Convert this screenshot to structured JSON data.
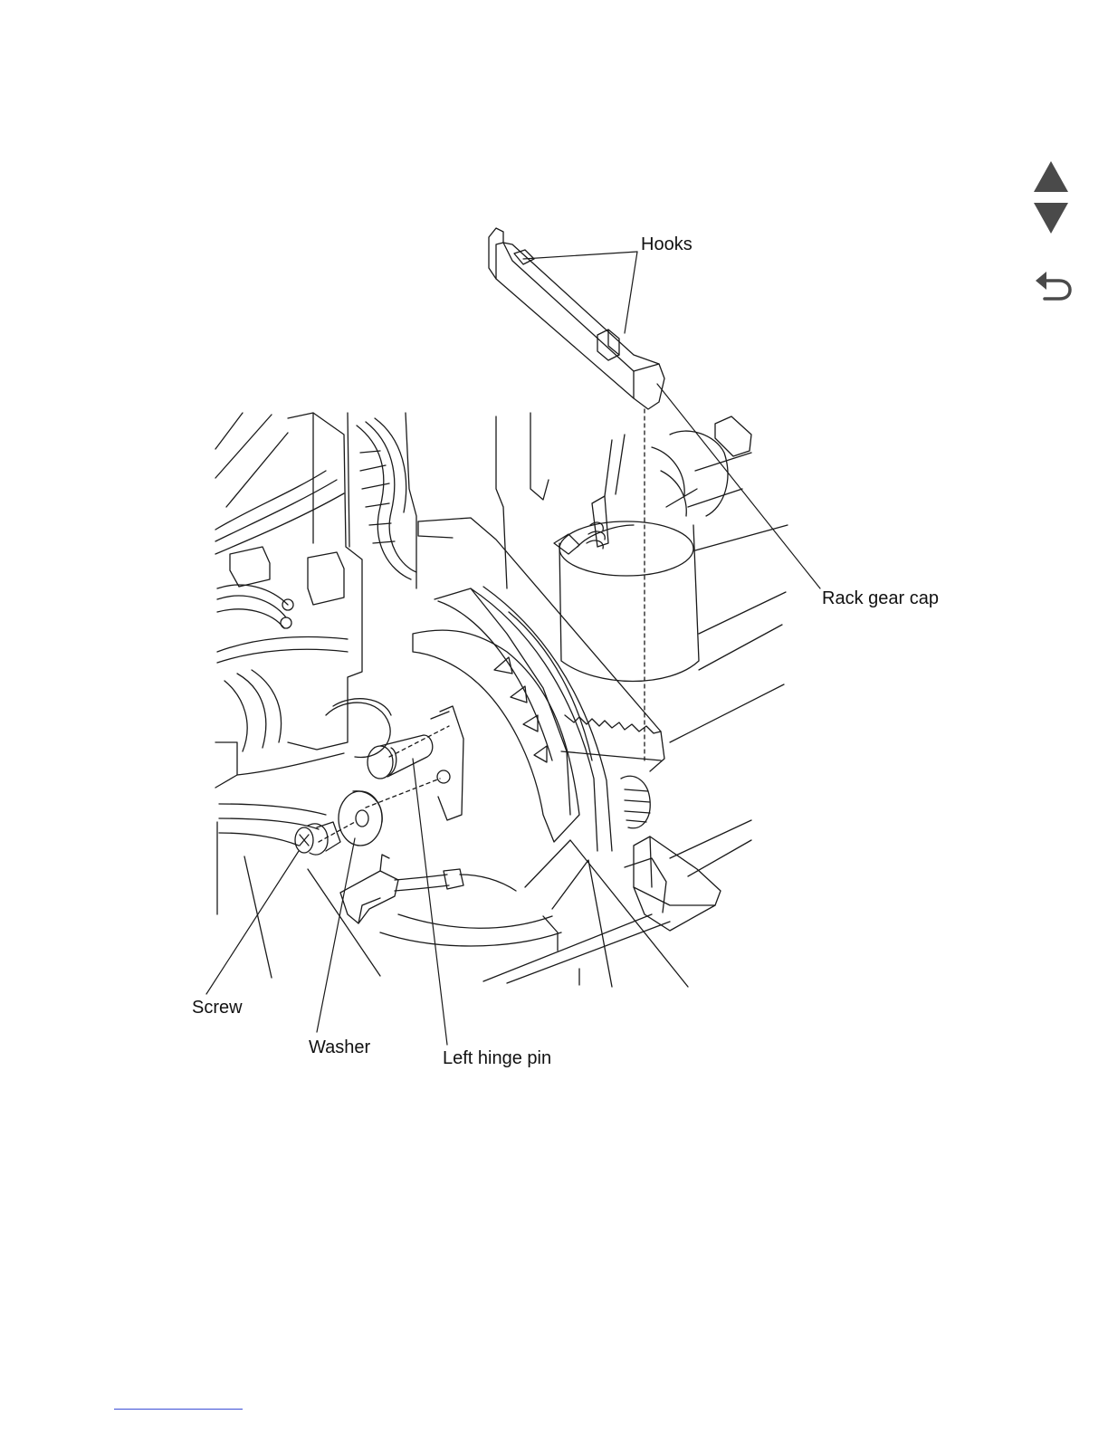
{
  "labels": {
    "hooks": "Hooks",
    "rack_gear_cap": "Rack gear cap",
    "screw": "Screw",
    "washer": "Washer",
    "left_hinge_pin": "Left hinge pin"
  },
  "navigation": {
    "prev_icon": "triangle-up-icon",
    "next_icon": "triangle-down-icon",
    "back_icon": "return-arrow-icon",
    "icon_color": "#4a4a4a",
    "link_rule_color": "#3b4fd6"
  }
}
